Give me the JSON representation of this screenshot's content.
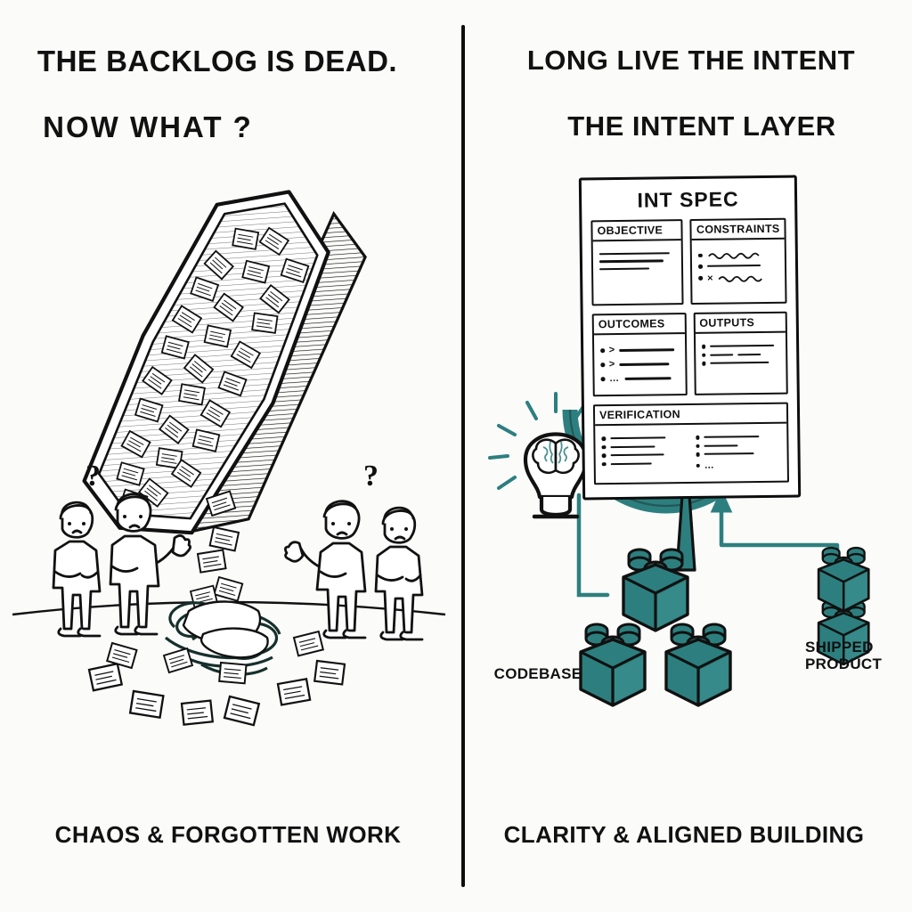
{
  "meta": {
    "accent_color": "#2d7f7f",
    "ink_color": "#111111",
    "background_color": "#fbfbfa"
  },
  "left_panel": {
    "title_line_1": "THE BACKLOG IS DEAD.",
    "title_line_2": "NOW  WHAT ?",
    "caption": "CHAOS & FORGOTTEN WORK",
    "question_marks": [
      "?",
      "?"
    ],
    "scene_items": {
      "coffin": "coffin-full-of-backlog-cards",
      "spilled_cards": "scattered-paper-cards",
      "tangle": "tangled-threads",
      "people_count": 4
    }
  },
  "right_panel": {
    "title_line_1": "LONG LIVE THE INTENT",
    "title_line_2": "THE INTENT LAYER",
    "caption": "CLARITY & ALIGNED BUILDING",
    "spec_card": {
      "title": "INT SPEC",
      "sections": [
        {
          "header": "OBJECTIVE",
          "kind": "rules",
          "rows": 3
        },
        {
          "header": "CONSTRAINTS",
          "kind": "squiggles",
          "rows": 3
        },
        {
          "header": "OUTCOMES",
          "kind": "chevron-list",
          "rows": 3
        },
        {
          "header": "OUTPUTS",
          "kind": "dash-list",
          "rows": 3
        },
        {
          "header": "VERIFICATION",
          "kind": "two-col-list",
          "rows": 4
        }
      ]
    },
    "nodes": [
      {
        "label": "CODEBASE",
        "icon": "brain-lightbulb-icon"
      },
      {
        "label": "SHIPPED PRODUCT",
        "icon": "lego-brick-stack-icon"
      }
    ],
    "flow": {
      "feedback_loop": "circular-arrow",
      "build_arrow": "arrow-up-to-spec"
    }
  }
}
